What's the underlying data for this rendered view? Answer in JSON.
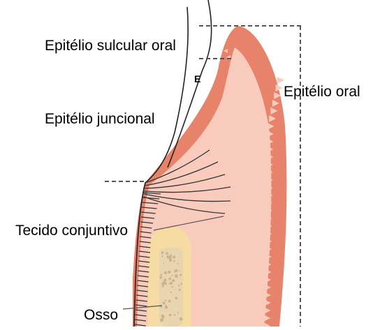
{
  "labels": {
    "oral_sulcular_epithelium": "Epitélio sulcular oral",
    "oral_epithelium": "Epitélio oral",
    "junctional_epithelium": "Epitélio juncional",
    "connective_tissue": "Tecido conjuntivo",
    "bone": "Osso",
    "enamel_marker": "E"
  },
  "colors": {
    "epithelium": "#e8836b",
    "connective_tissue": "#f8cbbd",
    "bone": "#f6dca3",
    "bone_spots": "#d8c39c",
    "lines": "#222222",
    "dashes": "#555555"
  }
}
